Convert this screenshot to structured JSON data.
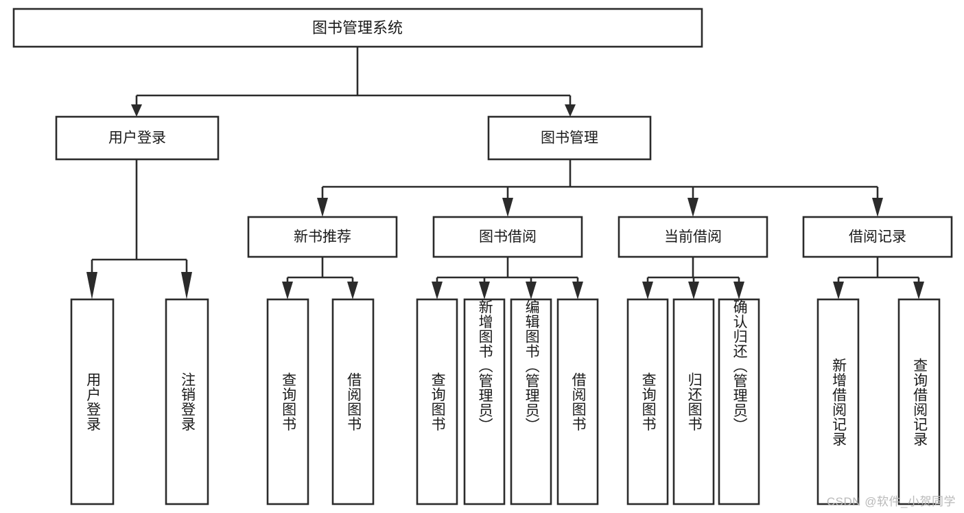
{
  "diagram": {
    "title": "图书管理系统",
    "type": "tree-hierarchy",
    "orientation": "top-down",
    "colors": {
      "box_fill": "#ffffff",
      "box_stroke": "#2b2b2b",
      "text": "#1a1a1a",
      "background": "#ffffff",
      "watermark": "#b9b9b9"
    },
    "root": {
      "label": "图书管理系统"
    },
    "level2": [
      {
        "label": "用户登录"
      },
      {
        "label": "图书管理"
      }
    ],
    "level3": [
      {
        "label": "新书推荐"
      },
      {
        "label": "图书借阅"
      },
      {
        "label": "当前借阅"
      },
      {
        "label": "借阅记录"
      }
    ],
    "leaves": {
      "user_login": [
        {
          "label": "用户登录"
        },
        {
          "label": "注销登录"
        }
      ],
      "new_book_recommend": [
        {
          "label": "查询图书"
        },
        {
          "label": "借阅图书"
        }
      ],
      "book_borrow": [
        {
          "label": "查询图书"
        },
        {
          "label": "新增图书（管理员）"
        },
        {
          "label": "编辑图书（管理员）"
        },
        {
          "label": "借阅图书"
        }
      ],
      "current_borrow": [
        {
          "label": "查询图书"
        },
        {
          "label": "归还图书"
        },
        {
          "label": "确认归还（管理员）"
        }
      ],
      "borrow_record": [
        {
          "label": "新增借阅记录"
        },
        {
          "label": "查询借阅记录"
        }
      ]
    }
  },
  "watermark": {
    "text": "CSDN @软件_小贺同学"
  }
}
